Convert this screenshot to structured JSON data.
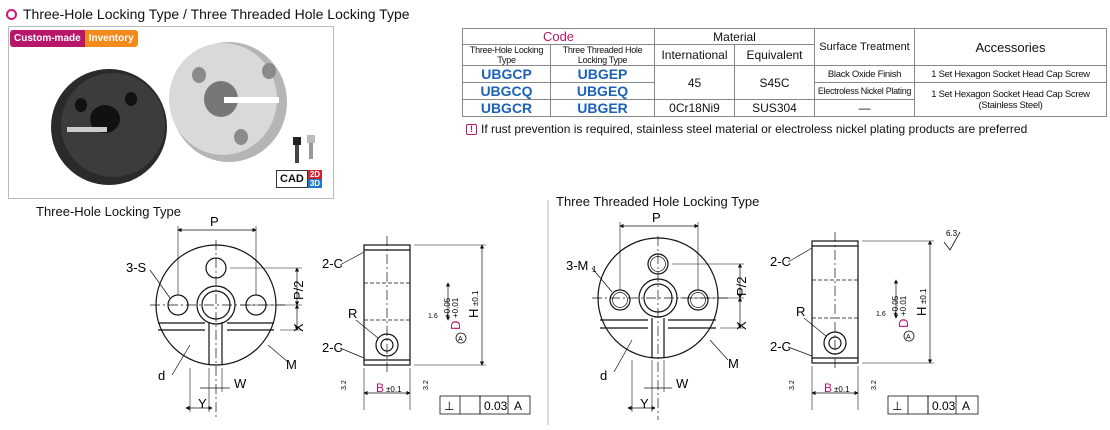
{
  "page": {
    "title": "Three-Hole Locking Type / Three Threaded Hole Locking Type"
  },
  "photo": {
    "badge_custom": "Custom-made",
    "badge_inventory": "Inventory",
    "cad_label": "CAD",
    "cad_2d": "2D",
    "cad_3d": "3D"
  },
  "table": {
    "head_code": "Code",
    "head_material": "Material",
    "head_surface": "Surface Treatment",
    "head_accessories": "Accessories",
    "sub_three_hole": "Three-Hole Locking Type",
    "sub_threaded": "Three Threaded Hole Locking Type",
    "sub_international": "International",
    "sub_equivalent": "Equivalent",
    "rows": [
      {
        "code1": "UBGCP",
        "code2": "UBGEP",
        "intl": "45",
        "equiv": "S45C",
        "surface": "Black Oxide Finish",
        "acc": "1 Set Hexagon Socket Head Cap Screw"
      },
      {
        "code1": "UBGCQ",
        "code2": "UBGEQ",
        "surface": "Electroless Nickel Plating",
        "acc": "1 Set Hexagon Socket Head Cap Screw (Stainless Steel)"
      },
      {
        "code1": "UBGCR",
        "code2": "UBGER",
        "intl": "0Cr18Ni9",
        "equiv": "SUS304",
        "surface": "—"
      }
    ]
  },
  "note": {
    "icon": "!",
    "text": "If rust prevention is required, stainless steel material or electroless nickel plating products are preferred"
  },
  "drawing_left": {
    "title": "Three-Hole Locking Type",
    "hole_label": "3-S"
  },
  "drawing_right": {
    "title": "Three Threaded Hole Locking Type",
    "hole_label": "3-M",
    "hole_sub": "1",
    "roughness": "6.3"
  },
  "dims": {
    "P": "P",
    "P2": "P/2",
    "X": "X",
    "d": "d",
    "M": "M",
    "W": "W",
    "Y": "Y",
    "chamfer": "2-C",
    "R": "R",
    "D": "D",
    "D_tol_top": "+0.05",
    "D_tol_bot": "+0.01",
    "H": "H",
    "H_tol": "±0.1",
    "B": "B",
    "B_tol": "±0.1",
    "rough32": "3.2",
    "rough16": "1.6",
    "datum": "A",
    "perp_symbol": "⊥",
    "perp_value": "0.03",
    "perp_datum": "A"
  }
}
